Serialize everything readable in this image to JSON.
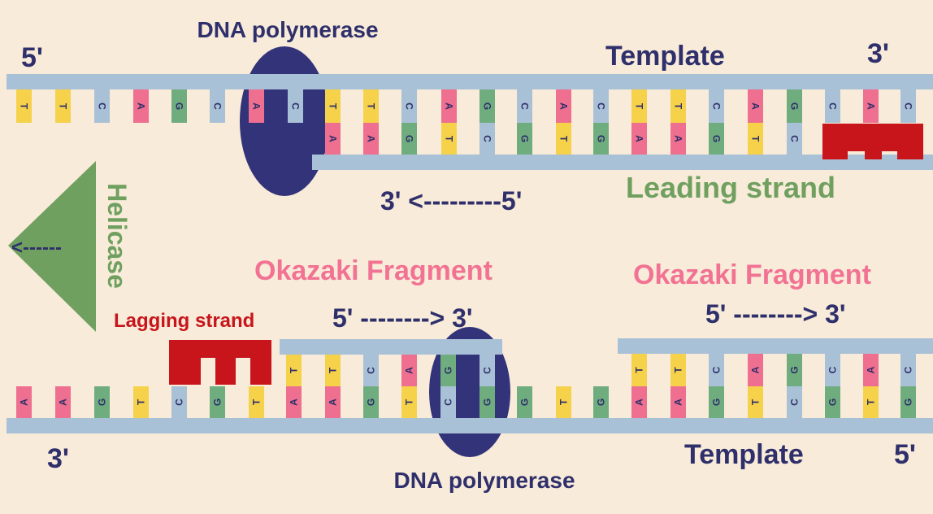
{
  "labels": {
    "polymerase_top": "DNA polymerase",
    "polymerase_bottom": "DNA polymerase",
    "five_prime_top_left": "5'",
    "three_prime_top_right": "3'",
    "template_top": "Template",
    "template_bottom": "Template",
    "three_prime_bottom_left": "3'",
    "five_prime_bottom_right": "5'",
    "leading_direction": "3' <---------5'",
    "leading_strand": "Leading strand",
    "helicase": "Helicase",
    "helicase_arrow": "<------",
    "okazaki_left": "Okazaki Fragment",
    "okazaki_right": "Okazaki Fragment",
    "okazaki_left_direction": "5' --------> 3'",
    "okazaki_right_direction": "5' --------> 3'",
    "lagging_strand": "Lagging strand"
  },
  "colors": {
    "background": "#f8ebd9",
    "backbone": "#a9c1d6",
    "text_navy": "#2f2f6b",
    "polymerase": "#33337a",
    "helicase": "#6fa05f",
    "leading_green": "#6fa05f",
    "okazaki_pink": "#f27293",
    "primer_red": "#c8151b",
    "base_T": "#f6d24b",
    "base_A": "#ee6f8f",
    "base_G": "#6fad7f",
    "base_C": "#a9c1d6"
  },
  "top_template_bases": [
    "T",
    "T",
    "C",
    "A",
    "G",
    "C",
    "A",
    "C",
    "T",
    "T",
    "C",
    "A",
    "G",
    "C",
    "A",
    "C",
    "T",
    "T",
    "C",
    "A",
    "G",
    "C",
    "A",
    "C"
  ],
  "top_new_bases": [
    "A",
    "A",
    "G",
    "T",
    "C",
    "G",
    "T",
    "G",
    "A",
    "A",
    "G",
    "T",
    "C"
  ],
  "bottom_template_bases": [
    "A",
    "A",
    "G",
    "T",
    "C",
    "G",
    "T",
    "A",
    "A",
    "G",
    "T",
    "C",
    "G",
    "G",
    "T",
    "G",
    "A",
    "A",
    "G",
    "T",
    "C",
    "G",
    "T",
    "G"
  ],
  "bottom_new_left_bases": [
    "T",
    "T",
    "C",
    "A",
    "G",
    "C"
  ],
  "bottom_new_right_bases": [
    "T",
    "T",
    "C",
    "A",
    "G",
    "C",
    "A",
    "C"
  ]
}
